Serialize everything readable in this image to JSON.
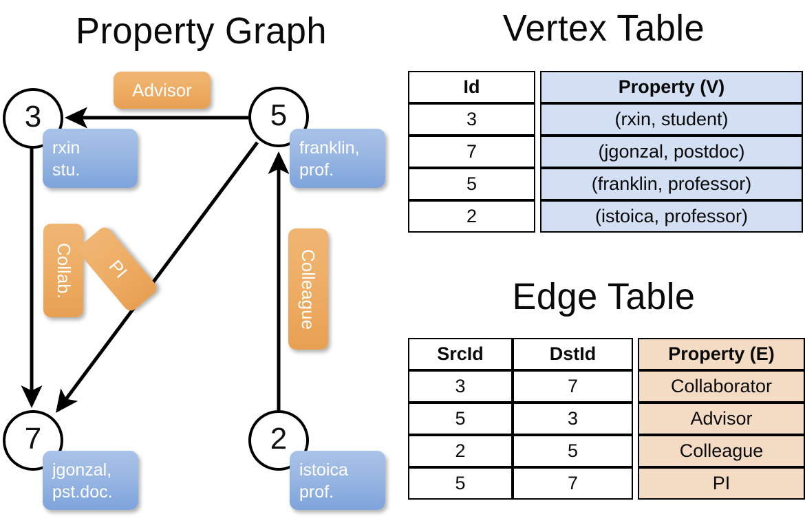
{
  "titles": {
    "property_graph": "Property Graph",
    "vertex_table": "Vertex Table",
    "edge_table": "Edge Table"
  },
  "graph": {
    "nodes": [
      {
        "id": "3",
        "label": "rxin\nstu.",
        "line1": "rxin",
        "line2": "stu."
      },
      {
        "id": "5",
        "label": "franklin, prof.",
        "line1": "franklin,",
        "line2": "prof."
      },
      {
        "id": "7",
        "label": "jgonzal, pst.doc.",
        "line1": "jgonzal,",
        "line2": "pst.doc."
      },
      {
        "id": "2",
        "label": "istoica prof.",
        "line1": "istoica",
        "line2": "prof."
      }
    ],
    "edge_labels": [
      {
        "name": "advisor",
        "text": "Advisor",
        "orientation": "horizontal"
      },
      {
        "name": "collab",
        "text": "Collab.",
        "orientation": "vertical"
      },
      {
        "name": "pi",
        "text": "PI",
        "orientation": "diagonal"
      },
      {
        "name": "colleague",
        "text": "Colleague",
        "orientation": "vertical"
      }
    ],
    "arrows": [
      {
        "from": "5",
        "to": "3",
        "label": "Advisor"
      },
      {
        "from": "3",
        "to": "7",
        "label": "Collab."
      },
      {
        "from": "5",
        "to": "7",
        "label": "PI"
      },
      {
        "from": "2",
        "to": "5",
        "label": "Colleague"
      }
    ]
  },
  "vertex_table": {
    "headers": [
      "Id",
      "Property (V)"
    ],
    "rows": [
      {
        "id": "3",
        "property": "(rxin, student)"
      },
      {
        "id": "7",
        "property": "(jgonzal, postdoc)"
      },
      {
        "id": "5",
        "property": "(franklin, professor)"
      },
      {
        "id": "2",
        "property": "(istoica, professor)"
      }
    ]
  },
  "edge_table": {
    "headers": [
      "SrcId",
      "DstId",
      "Property (E)"
    ],
    "rows": [
      {
        "src": "3",
        "dst": "7",
        "property": "Collaborator"
      },
      {
        "src": "5",
        "dst": "3",
        "property": "Advisor"
      },
      {
        "src": "2",
        "dst": "5",
        "property": "Colleague"
      },
      {
        "src": "5",
        "dst": "7",
        "property": "PI"
      }
    ]
  },
  "colors": {
    "vertex_property_fill": "#d3dff2",
    "edge_property_fill": "#f4dcc4",
    "vertex_box_fill": "#8fb0e0",
    "edge_box_fill": "#eeae66",
    "stroke": "#000000",
    "background": "#ffffff"
  }
}
